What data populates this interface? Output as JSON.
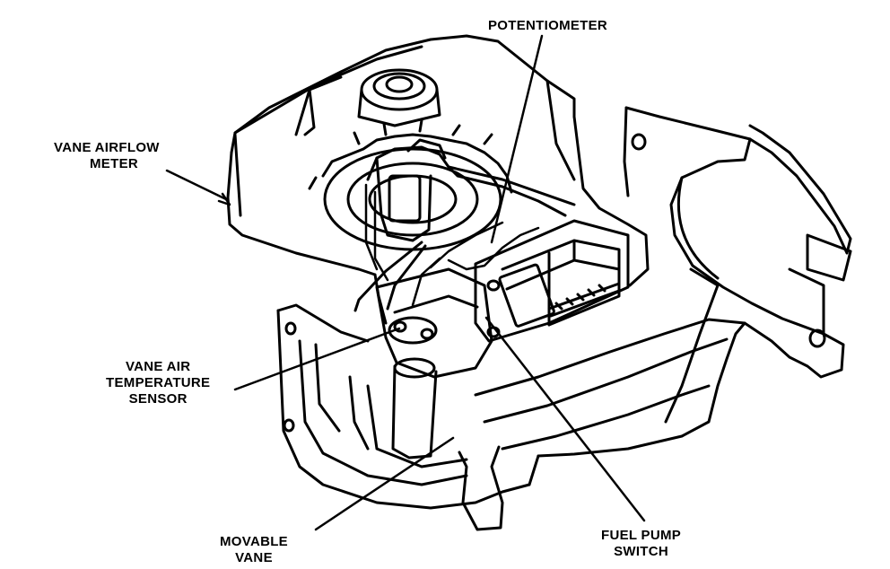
{
  "diagram": {
    "labels": {
      "potentiometer": [
        "POTENTIOMETER"
      ],
      "vane_airflow_meter": [
        "VANE AIRFLOW",
        "METER"
      ],
      "vane_air_temperature_sensor": [
        "VANE AIR",
        "TEMPERATURE",
        "SENSOR"
      ],
      "movable_vane": [
        "MOVABLE",
        "VANE"
      ],
      "fuel_pump_switch": [
        "FUEL PUMP",
        "SWITCH"
      ]
    },
    "colors": {
      "ink": "#000000",
      "paper": "#ffffff"
    }
  }
}
